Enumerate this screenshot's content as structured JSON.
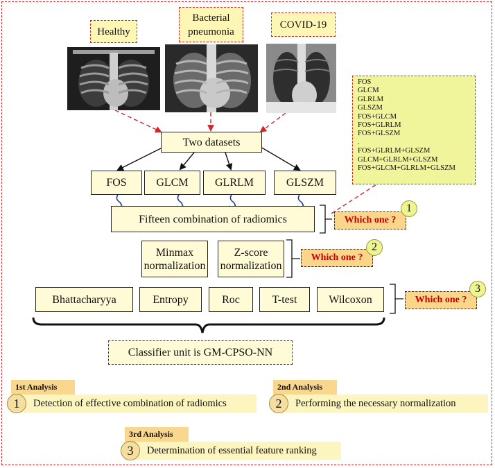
{
  "classes": {
    "healthy": "Healthy",
    "bacterial": "Bacterial pneumonia",
    "covid": "COVID-19"
  },
  "datasets_label": "Two datasets",
  "feature_groups": [
    "FOS",
    "GLCM",
    "GLRLM",
    "GLSZM"
  ],
  "combination_label": "Fifteen combination of radiomics",
  "combinations_list": [
    "FOS",
    "GLCM",
    "GLRLM",
    "GLSZM",
    "FOS+GLCM",
    "FOS+GLRLM",
    "FOS+GLSZM",
    ".",
    "FOS+GLRLM+GLSZM",
    "GLCM+GLRLM+GLSZM",
    "FOS+GLCM+GLRLM+GLSZM"
  ],
  "normalization": {
    "minmax": "Minmax normalization",
    "zscore": "Z-score normalization"
  },
  "ranking_methods": [
    "Bhattacharyya",
    "Entropy",
    "Roc",
    "T-test",
    "Wilcoxon"
  ],
  "which_one": "Which one ?",
  "which_numbers": [
    "1",
    "2",
    "3"
  ],
  "classifier_label": "Classifier unit is GM-CPSO-NN",
  "analyses": [
    {
      "tag": "1st Analysis",
      "num": "1",
      "text": "Detection of effective combination of radiomics"
    },
    {
      "tag": "2nd Analysis",
      "num": "2",
      "text": "Performing the necessary normalization"
    },
    {
      "tag": "3rd Analysis",
      "num": "3",
      "text": "Determination of essential feature ranking"
    }
  ],
  "colors": {
    "dashed_red": "#d0262b",
    "box_fill": "#fefbd6",
    "which_fill": "#fbd58a",
    "which_text": "#c00000",
    "combos_fill": "#f0f59b",
    "arrow_blue": "#1f3f8f"
  }
}
